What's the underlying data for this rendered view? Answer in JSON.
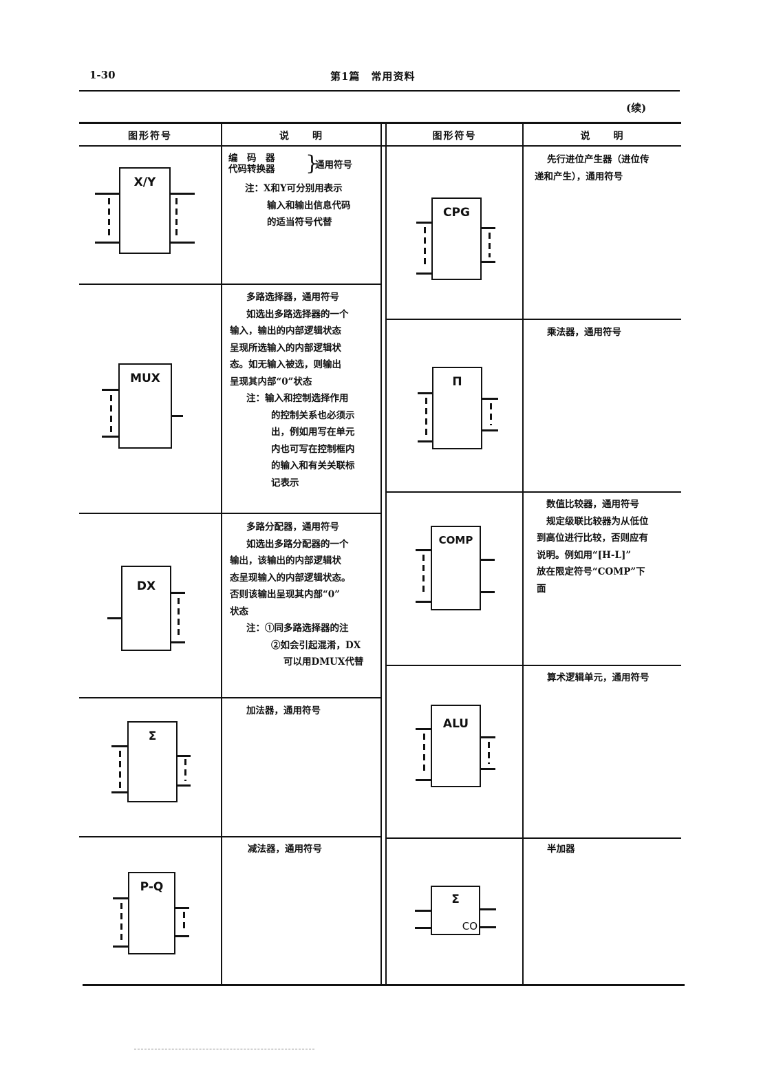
{
  "header": {
    "page_number": "1-30",
    "title": "第1篇　常用资料",
    "continued": "(续)"
  },
  "columns": [
    "图形符号",
    "说　　明",
    "图形符号",
    "说　　明"
  ],
  "left": [
    {
      "symbol": "X/Y",
      "desc_top": [
        "编　码　器",
        "代码转换器"
      ],
      "desc_brace": "通用符号",
      "desc": [
        "注：X和Y可分别用表示",
        "输入和输出信息代码",
        "的适当符号代替"
      ]
    },
    {
      "symbol": "MUX",
      "desc": [
        "多路选择器，通用符号",
        "如选出多路选择器的一个",
        "输入，输出的内部逻辑状态",
        "呈现所选输入的内部逻辑状",
        "态。如无输入被选，则输出",
        "呈现其内部“0”状态",
        "注：输入和控制选择作用",
        "的控制关系也必须示",
        "出，例如用写在单元",
        "内也可写在控制框内",
        "的输入和有关关联标",
        "记表示"
      ]
    },
    {
      "symbol": "DX",
      "desc": [
        "多路分配器，通用符号",
        "如选出多路分配器的一个",
        "输出，该输出的内部逻辑状",
        "态呈现输入的内部逻辑状态。",
        "否则该输出呈现其内部“0”",
        "状态",
        "注：①同多路选择器的注",
        "②如会引起混淆，DX",
        "可以用DMUX代替"
      ]
    },
    {
      "symbol": "Σ",
      "desc": [
        "加法器，通用符号"
      ]
    },
    {
      "symbol": "P-Q",
      "desc": [
        "减法器，通用符号"
      ]
    }
  ],
  "right": [
    {
      "symbol": "CPG",
      "desc": [
        "先行进位产生器（进位传",
        "递和产生），通用符号"
      ]
    },
    {
      "symbol": "Π",
      "desc": [
        "乘法器，通用符号"
      ]
    },
    {
      "symbol": "COMP",
      "desc": [
        "数值比较器，通用符号",
        "规定级联比较器为从低位",
        "到高位进行比较，否则应有",
        "说明。例如用“[H-L]”",
        "放在限定符号“COMP”下",
        "面"
      ]
    },
    {
      "symbol": "ALU",
      "desc": [
        "算术逻辑单元，通用符号"
      ]
    },
    {
      "symbol": "Σ",
      "symbol_sub": "CO",
      "desc": [
        "半加器"
      ]
    }
  ]
}
